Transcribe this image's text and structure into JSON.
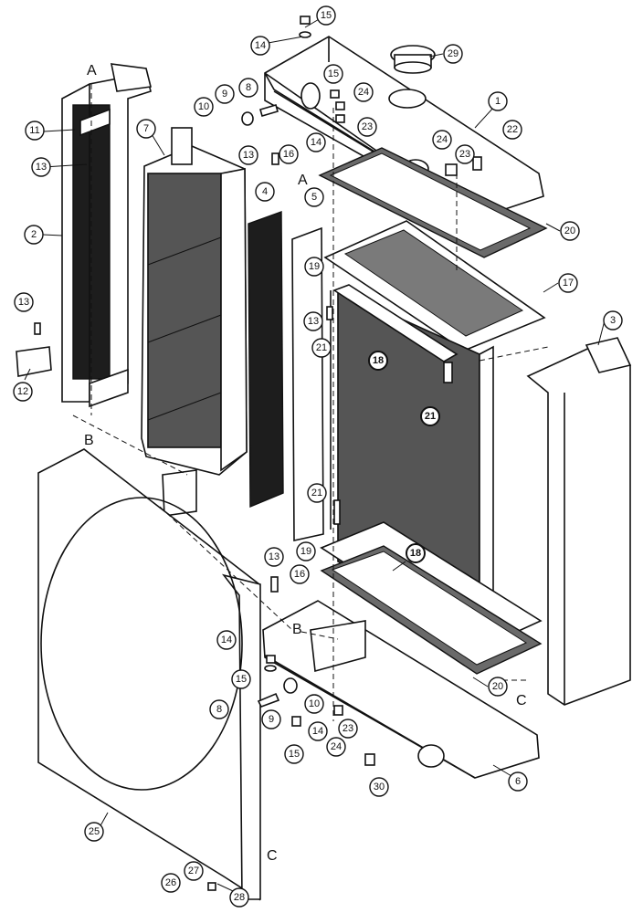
{
  "diagram": {
    "callouts": [
      {
        "id": "c1",
        "label": "15"
      },
      {
        "id": "c2",
        "label": "14"
      },
      {
        "id": "c3",
        "label": "29"
      },
      {
        "id": "c4",
        "label": "9"
      },
      {
        "id": "c5",
        "label": "8"
      },
      {
        "id": "c6",
        "label": "10"
      },
      {
        "id": "c7",
        "label": "15"
      },
      {
        "id": "c8",
        "label": "24"
      },
      {
        "id": "c9",
        "label": "1"
      },
      {
        "id": "c10",
        "label": "11"
      },
      {
        "id": "c11",
        "label": "7"
      },
      {
        "id": "c12",
        "label": "23"
      },
      {
        "id": "c13",
        "label": "14"
      },
      {
        "id": "c14",
        "label": "22"
      },
      {
        "id": "c15",
        "label": "24"
      },
      {
        "id": "c16",
        "label": "23"
      },
      {
        "id": "c17",
        "label": "13"
      },
      {
        "id": "c18",
        "label": "16"
      },
      {
        "id": "c19",
        "label": "13"
      },
      {
        "id": "c20",
        "label": "4"
      },
      {
        "id": "c21",
        "label": "5"
      },
      {
        "id": "c22",
        "label": "2"
      },
      {
        "id": "c23",
        "label": "20"
      },
      {
        "id": "c24",
        "label": "19"
      },
      {
        "id": "c25",
        "label": "17"
      },
      {
        "id": "c26",
        "label": "13"
      },
      {
        "id": "c27",
        "label": "13"
      },
      {
        "id": "c28",
        "label": "21"
      },
      {
        "id": "c29",
        "label": "18"
      },
      {
        "id": "c30",
        "label": "3"
      },
      {
        "id": "c31",
        "label": "12"
      },
      {
        "id": "c32",
        "label": "21"
      },
      {
        "id": "c33",
        "label": "21"
      },
      {
        "id": "c34",
        "label": "19"
      },
      {
        "id": "c35",
        "label": "18"
      },
      {
        "id": "c36",
        "label": "13"
      },
      {
        "id": "c37",
        "label": "16"
      },
      {
        "id": "c38",
        "label": "14"
      },
      {
        "id": "c39",
        "label": "15"
      },
      {
        "id": "c40",
        "label": "20"
      },
      {
        "id": "c41",
        "label": "8"
      },
      {
        "id": "c42",
        "label": "9"
      },
      {
        "id": "c43",
        "label": "10"
      },
      {
        "id": "c44",
        "label": "14"
      },
      {
        "id": "c45",
        "label": "23"
      },
      {
        "id": "c46",
        "label": "24"
      },
      {
        "id": "c47",
        "label": "15"
      },
      {
        "id": "c48",
        "label": "30"
      },
      {
        "id": "c49",
        "label": "6"
      },
      {
        "id": "c50",
        "label": "25"
      },
      {
        "id": "c51",
        "label": "26"
      },
      {
        "id": "c52",
        "label": "27"
      },
      {
        "id": "c53",
        "label": "28"
      }
    ],
    "letters": [
      {
        "id": "l1",
        "text": "A"
      },
      {
        "id": "l2",
        "text": "A"
      },
      {
        "id": "l3",
        "text": "B"
      },
      {
        "id": "l4",
        "text": "B"
      },
      {
        "id": "l5",
        "text": "C"
      },
      {
        "id": "l6",
        "text": "C"
      }
    ]
  }
}
